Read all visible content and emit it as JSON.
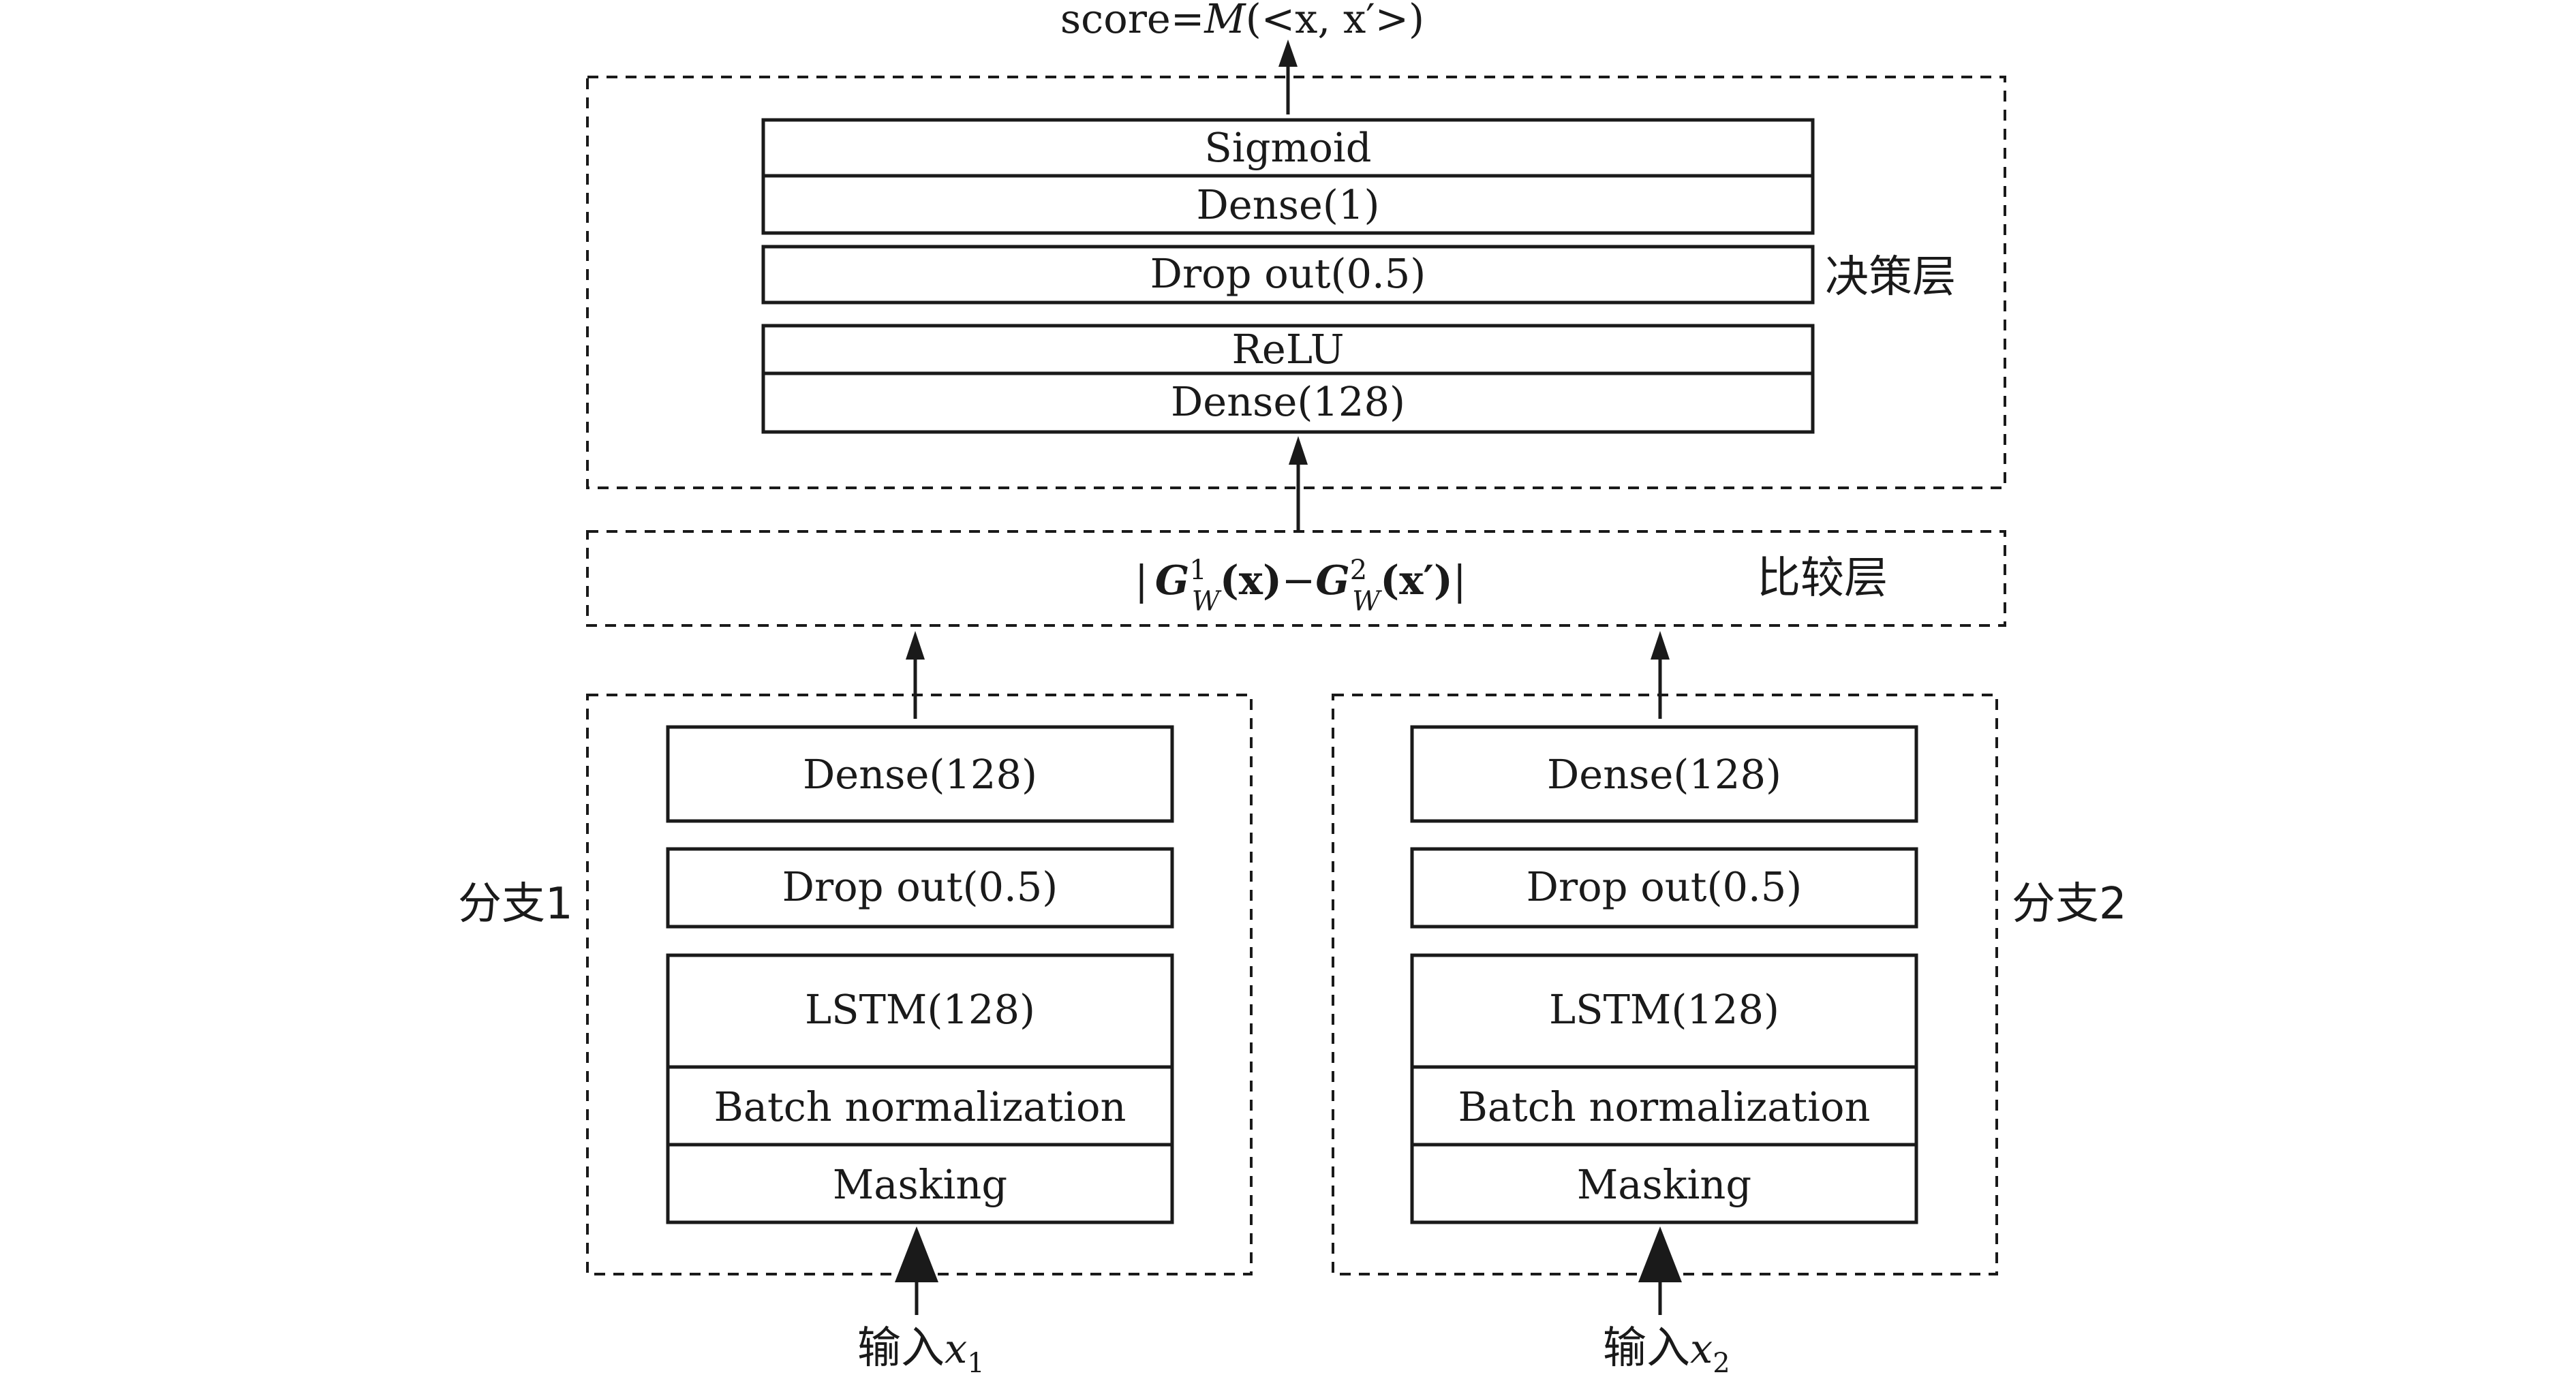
{
  "output": {
    "prefix": "score=",
    "func": "M",
    "args": "(<x, x′>)"
  },
  "decision": {
    "label": "决策层",
    "layers": [
      "Sigmoid",
      "Dense(1)",
      "Drop out(0.5)",
      "ReLU",
      "Dense(128)"
    ]
  },
  "compare": {
    "label": "比较层",
    "formula": {
      "bar_open": "|",
      "g1": "G",
      "g1_sup": "1",
      "g1_sub": "W",
      "g1_arg": "(x)",
      "minus": "−",
      "g2": "G",
      "g2_sup": "2",
      "g2_sub": "W",
      "g2_arg": "(x′)",
      "bar_close": "|"
    }
  },
  "branch1": {
    "label": "分支1",
    "layers": [
      "Dense(128)",
      "Drop out(0.5)",
      "LSTM(128)",
      "Batch normalization",
      "Masking"
    ],
    "input_prefix": "输入",
    "input_var": "x",
    "input_sub": "1"
  },
  "branch2": {
    "label": "分支2",
    "layers": [
      "Dense(128)",
      "Drop out(0.5)",
      "LSTM(128)",
      "Batch normalization",
      "Masking"
    ],
    "input_prefix": "输入",
    "input_var": "x",
    "input_sub": "2"
  }
}
